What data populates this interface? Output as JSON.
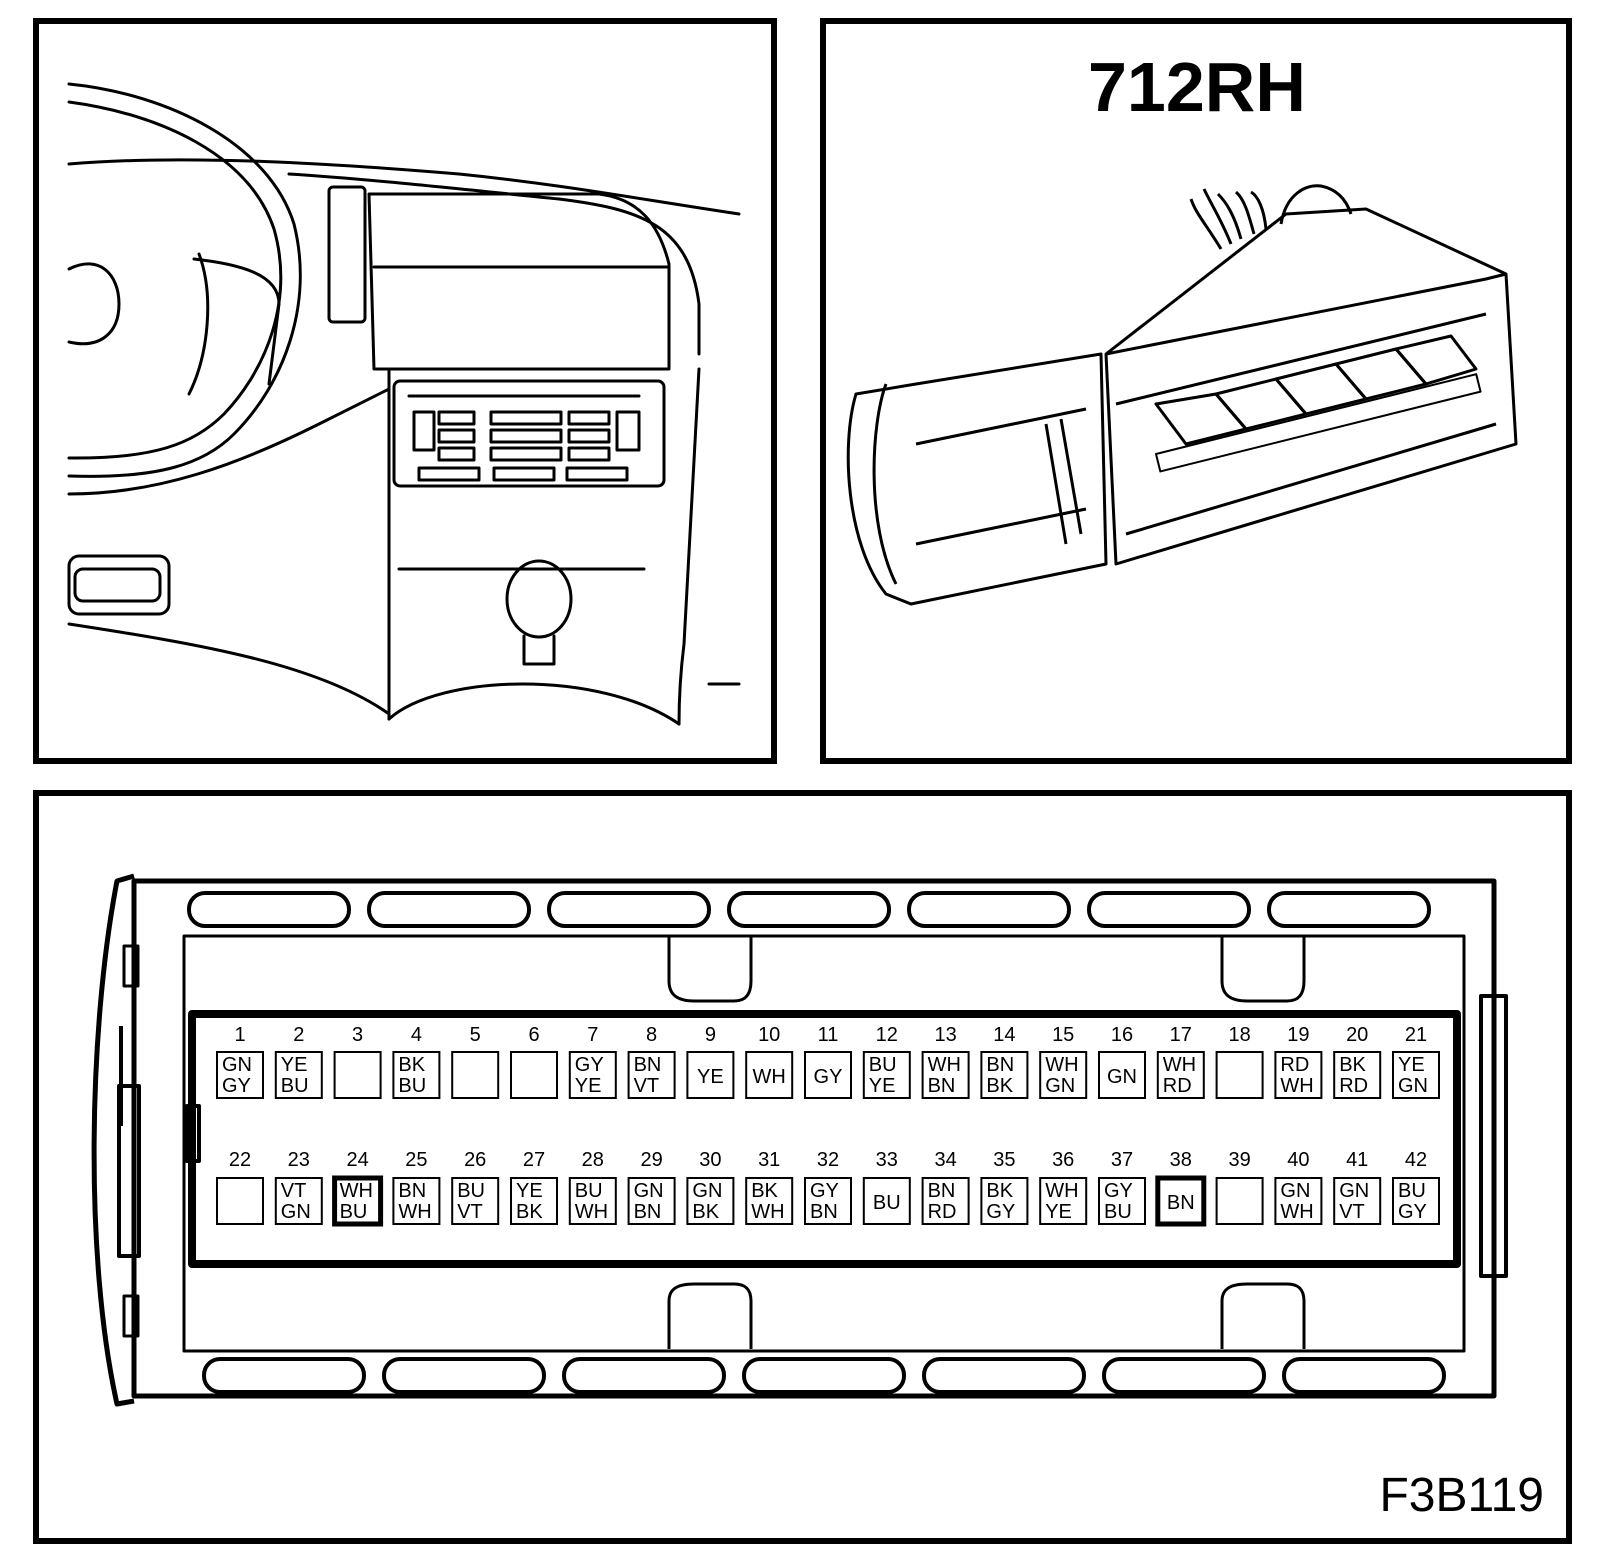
{
  "connector_title": "712RH",
  "figure_code": "F3B119",
  "pins_top": [
    {
      "n": "1",
      "c": [
        "GN",
        "GY"
      ]
    },
    {
      "n": "2",
      "c": [
        "YE",
        "BU"
      ]
    },
    {
      "n": "3",
      "c": []
    },
    {
      "n": "4",
      "c": [
        "BK",
        "BU"
      ]
    },
    {
      "n": "5",
      "c": []
    },
    {
      "n": "6",
      "c": []
    },
    {
      "n": "7",
      "c": [
        "GY",
        "YE"
      ]
    },
    {
      "n": "8",
      "c": [
        "BN",
        "VT"
      ]
    },
    {
      "n": "9",
      "c": [
        "YE"
      ]
    },
    {
      "n": "10",
      "c": [
        "WH"
      ]
    },
    {
      "n": "11",
      "c": [
        "GY"
      ]
    },
    {
      "n": "12",
      "c": [
        "BU",
        "YE"
      ]
    },
    {
      "n": "13",
      "c": [
        "WH",
        "BN"
      ]
    },
    {
      "n": "14",
      "c": [
        "BN",
        "BK"
      ]
    },
    {
      "n": "15",
      "c": [
        "WH",
        "GN"
      ]
    },
    {
      "n": "16",
      "c": [
        "GN"
      ]
    },
    {
      "n": "17",
      "c": [
        "WH",
        "RD"
      ]
    },
    {
      "n": "18",
      "c": []
    },
    {
      "n": "19",
      "c": [
        "RD",
        "WH"
      ]
    },
    {
      "n": "20",
      "c": [
        "BK",
        "RD"
      ]
    },
    {
      "n": "21",
      "c": [
        "YE",
        "GN"
      ]
    }
  ],
  "pins_bottom": [
    {
      "n": "22",
      "c": []
    },
    {
      "n": "23",
      "c": [
        "VT",
        "GN"
      ]
    },
    {
      "n": "24",
      "c": [
        "WH",
        "BU"
      ],
      "bold": true
    },
    {
      "n": "25",
      "c": [
        "BN",
        "WH"
      ]
    },
    {
      "n": "26",
      "c": [
        "BU",
        "VT"
      ]
    },
    {
      "n": "27",
      "c": [
        "YE",
        "BK"
      ]
    },
    {
      "n": "28",
      "c": [
        "BU",
        "WH"
      ]
    },
    {
      "n": "29",
      "c": [
        "GN",
        "BN"
      ]
    },
    {
      "n": "30",
      "c": [
        "GN",
        "BK"
      ]
    },
    {
      "n": "31",
      "c": [
        "BK",
        "WH"
      ]
    },
    {
      "n": "32",
      "c": [
        "GY",
        "BN"
      ]
    },
    {
      "n": "33",
      "c": [
        "BU"
      ]
    },
    {
      "n": "34",
      "c": [
        "BN",
        "RD"
      ]
    },
    {
      "n": "35",
      "c": [
        "BK",
        "GY"
      ]
    },
    {
      "n": "36",
      "c": [
        "WH",
        "YE"
      ]
    },
    {
      "n": "37",
      "c": [
        "GY",
        "BU"
      ]
    },
    {
      "n": "38",
      "c": [
        "BN"
      ],
      "bold": true
    },
    {
      "n": "39",
      "c": []
    },
    {
      "n": "40",
      "c": [
        "GN",
        "WH"
      ]
    },
    {
      "n": "41",
      "c": [
        "GN",
        "VT"
      ]
    },
    {
      "n": "42",
      "c": [
        "BU",
        "GY"
      ]
    }
  ]
}
